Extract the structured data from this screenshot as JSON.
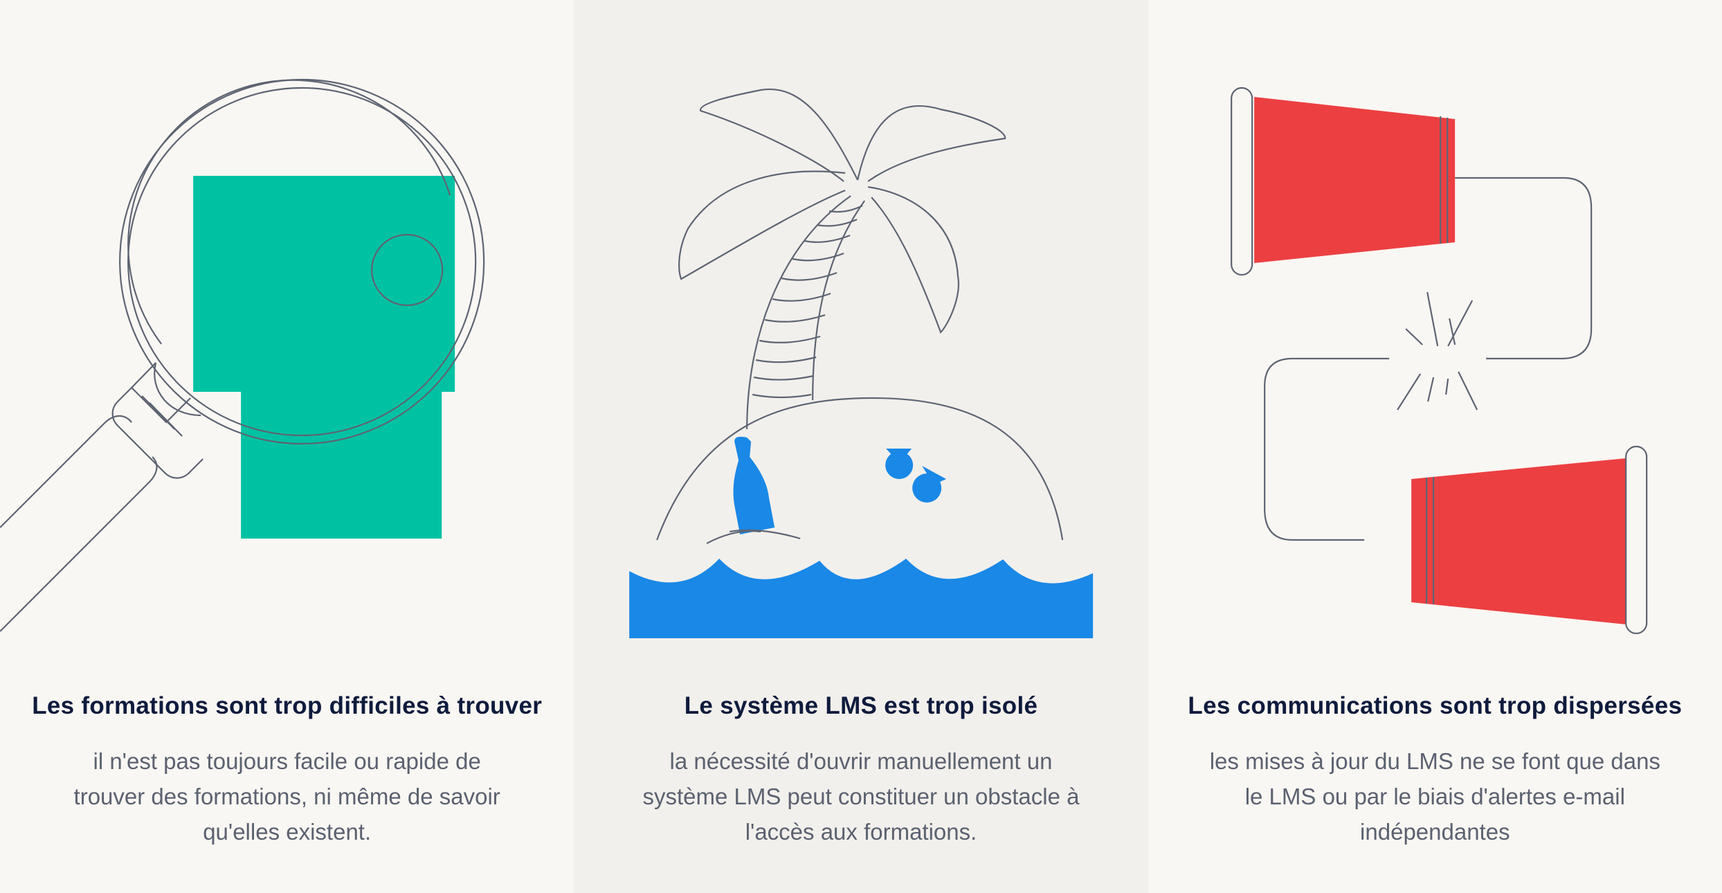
{
  "colors": {
    "teal": "#00c2a3",
    "blue": "#1a88e6",
    "red": "#ec3f41",
    "line": "#5e6473",
    "title": "#0f1b3d",
    "text": "#5b6170"
  },
  "panels": [
    {
      "icon": "magnifying-glass-icon",
      "title": "Les formations sont trop difficiles à trouver",
      "description": "il n'est pas toujours facile ou rapide de trouver des formations, ni même de savoir qu'elles existent."
    },
    {
      "icon": "island-palm-tree-icon",
      "title": "Le système LMS est trop isolé",
      "description": "la nécessité d'ouvrir manuellement un système LMS peut constituer un obstacle à l'accès aux formations."
    },
    {
      "icon": "tin-can-telephone-icon",
      "title": "Les communications sont trop dispersées",
      "description": "les mises à jour du LMS ne se font que dans le LMS ou par le biais d'alertes e-mail indépendantes"
    }
  ]
}
